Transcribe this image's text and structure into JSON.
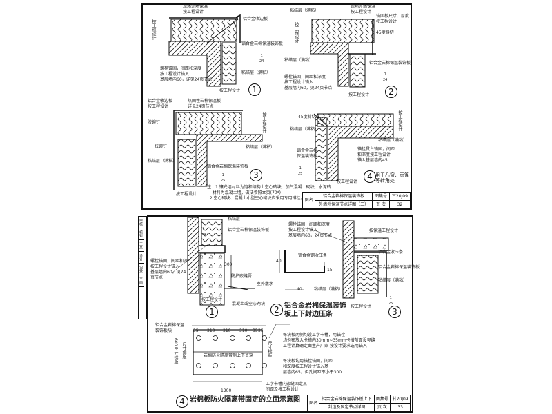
{
  "top_sheet": {
    "title_block": {
      "name_label": "图名",
      "title_line1": "铝合金岩棉保温装饰板",
      "title_line2": "外墙外保温节点详图（三）",
      "atlas_label": "图集号",
      "atlas_no": "甘20J09",
      "page_label": "页 次",
      "page_no": "32"
    },
    "details": [
      "1",
      "2",
      "3",
      "4"
    ],
    "detail4_caption": "用于凸窗、雨篷\n等转角处",
    "refs": [
      "1\n24",
      "1\n24",
      "1\n25",
      "1\n25"
    ],
    "labels": [
      "现场外墙保温\n按工程设计",
      "铝合金收边板",
      "铝合金岩棉保温装饰板",
      "粘结层（满粘）",
      "螺栓锚固，间距和深度\n按工程设计锚入\n基层墙内60，详见24页节点",
      "按工程设计",
      "按工程设计",
      "粘结层（满粘）",
      "现场外墙保温\n按工程设计",
      "锚固板尺寸、厚度\n按工程设计",
      "45度斜切",
      "粘结层（满粘）",
      "铝合金岩棉保温装饰板",
      "螺栓锚固，间距和深度\n按工程设计锚入\n基层墙内60，见24页节点",
      "按工程设计",
      "按工程设计",
      "铝合金收边板\n按工程设计",
      "热固性岩棉保温板\n详见24页节点",
      "胶铆钉",
      "拉铆钉",
      "粘结层（满粘）",
      "粘结层（满粘）",
      "铝合金岩棉保温装饰板",
      "按工程设计",
      "按工程设计",
      "45度斜切",
      "粘结层（满粘）",
      "铝合金岩棉\n保温装饰板",
      "粘结层（满粘）",
      "锚栓贯台锚固，间距\n和深度按工程设计\n锚入基层墙内45",
      "按工程设计",
      "按工程设计"
    ],
    "notes": "注：1.镶光墙材料为饱和结构上空心砖块、加气混凝土砌块、水泥砖\n    材料为混凝土墙，做法参照本页(70*)\n  2.空心砌块、混凝土小型空心砌块应采用专用锚栓。"
  },
  "bottom_sheet": {
    "title_block": {
      "name_label": "图名",
      "title_line1": "铝合金岩棉保温装饰板上下",
      "title_line2": "封边及固定节点详图",
      "atlas_label": "图集号",
      "atlas_no": "甘20J09",
      "page_label": "页 次",
      "page_no": "33"
    },
    "details": [
      "1",
      "2",
      "3",
      "4"
    ],
    "detail2_caption": "铝合金岩棉保温装饰\n板上下封边压条",
    "detail4_caption": "岩棉板防火隔离带固定的立面示意图",
    "refs": [
      "1\n24",
      "1\n25"
    ],
    "labels": [
      "粘结层",
      "铝合金岩棉保温装饰板",
      "螺栓锚固，间距和深\n按工程设计锚入\n基层墙内60，见24\n页节点",
      "防护嵌缝膏",
      "室外散水",
      "混凝土或空心砌块",
      "按工程设计",
      "铝合金钢收压条",
      "螺栓锚固，间距和深度\n按工程设计锚入\n基层墙内60，24页节点",
      "按保温工程设计",
      "铝合金收压条",
      "铝合金岩棉保温装饰板",
      "粘结层（满粘）",
      "粘结层（满粘）",
      "按工程设计",
      "铝合金岩棉保温\n装饰板块",
      "岩棉防火隔离带侧上下贯穿",
      "每块板两侧均设工字卡槽，用锚栓\n均匀布放入卡槽内30mm~35mm卡槽前面设竖缝\n工程计算确定由生产厂家 按设计要求选用锚入",
      "每块板均用锚栓锚固，间距\n和深度按工程设计锚入基\n层墙内65，但孔间距不小于300",
      "工字卡槽内嵌缝固定某\n间距及按工程设计"
    ],
    "dims": {
      "d1_height": "300",
      "d2_height": "40",
      "d2_lip": "15",
      "d2_width": "40",
      "d4_segments": [
        "35",
        "310",
        "310",
        "310",
        "35",
        "35"
      ],
      "d4_total": "1200",
      "d4_height": "600 尺寸排版",
      "d4_side": "尺寸排版",
      "d4_gap": "尺寸排版"
    },
    "binding_strip": [
      "审核",
      "校对",
      "王某",
      "设计",
      "记录",
      "平面"
    ]
  }
}
